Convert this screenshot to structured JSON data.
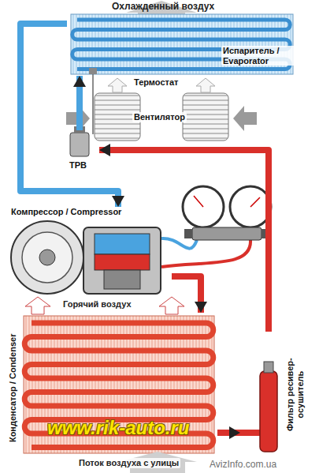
{
  "diagram": {
    "nodes": [
      {
        "text": [
          "Испаритель / Evaporator"
        ]
      },
      {
        "text": [
          "Термостат"
        ]
      },
      {
        "text": [
          "Вентилятор"
        ]
      },
      {
        "text": [
          "ТРВ"
        ]
      },
      {
        "text": [
          "Компрессор / Compressor"
        ]
      },
      {
        "text": [
          "Конденсатор / Condenser"
        ]
      },
      {
        "text": [
          "Фильтр ресивер-осушитель"
        ]
      }
    ],
    "edges": [
      {
        "from": 4,
        "to": 5,
        "arrow": "to"
      },
      {
        "from": 5,
        "to": 6,
        "arrow": "to"
      },
      {
        "from": 6,
        "to": 3,
        "arrow": "to"
      },
      {
        "from": 3,
        "to": 0,
        "arrow": "to"
      },
      {
        "from": 0,
        "to": 4,
        "arrow": "to"
      }
    ],
    "labels": [
      "Охлажденный воздух",
      "Горячий воздух",
      "Поток воздуха с улицы",
      "www.rik-auto.ru",
      "AvizInfo.com.ua"
    ]
  }
}
